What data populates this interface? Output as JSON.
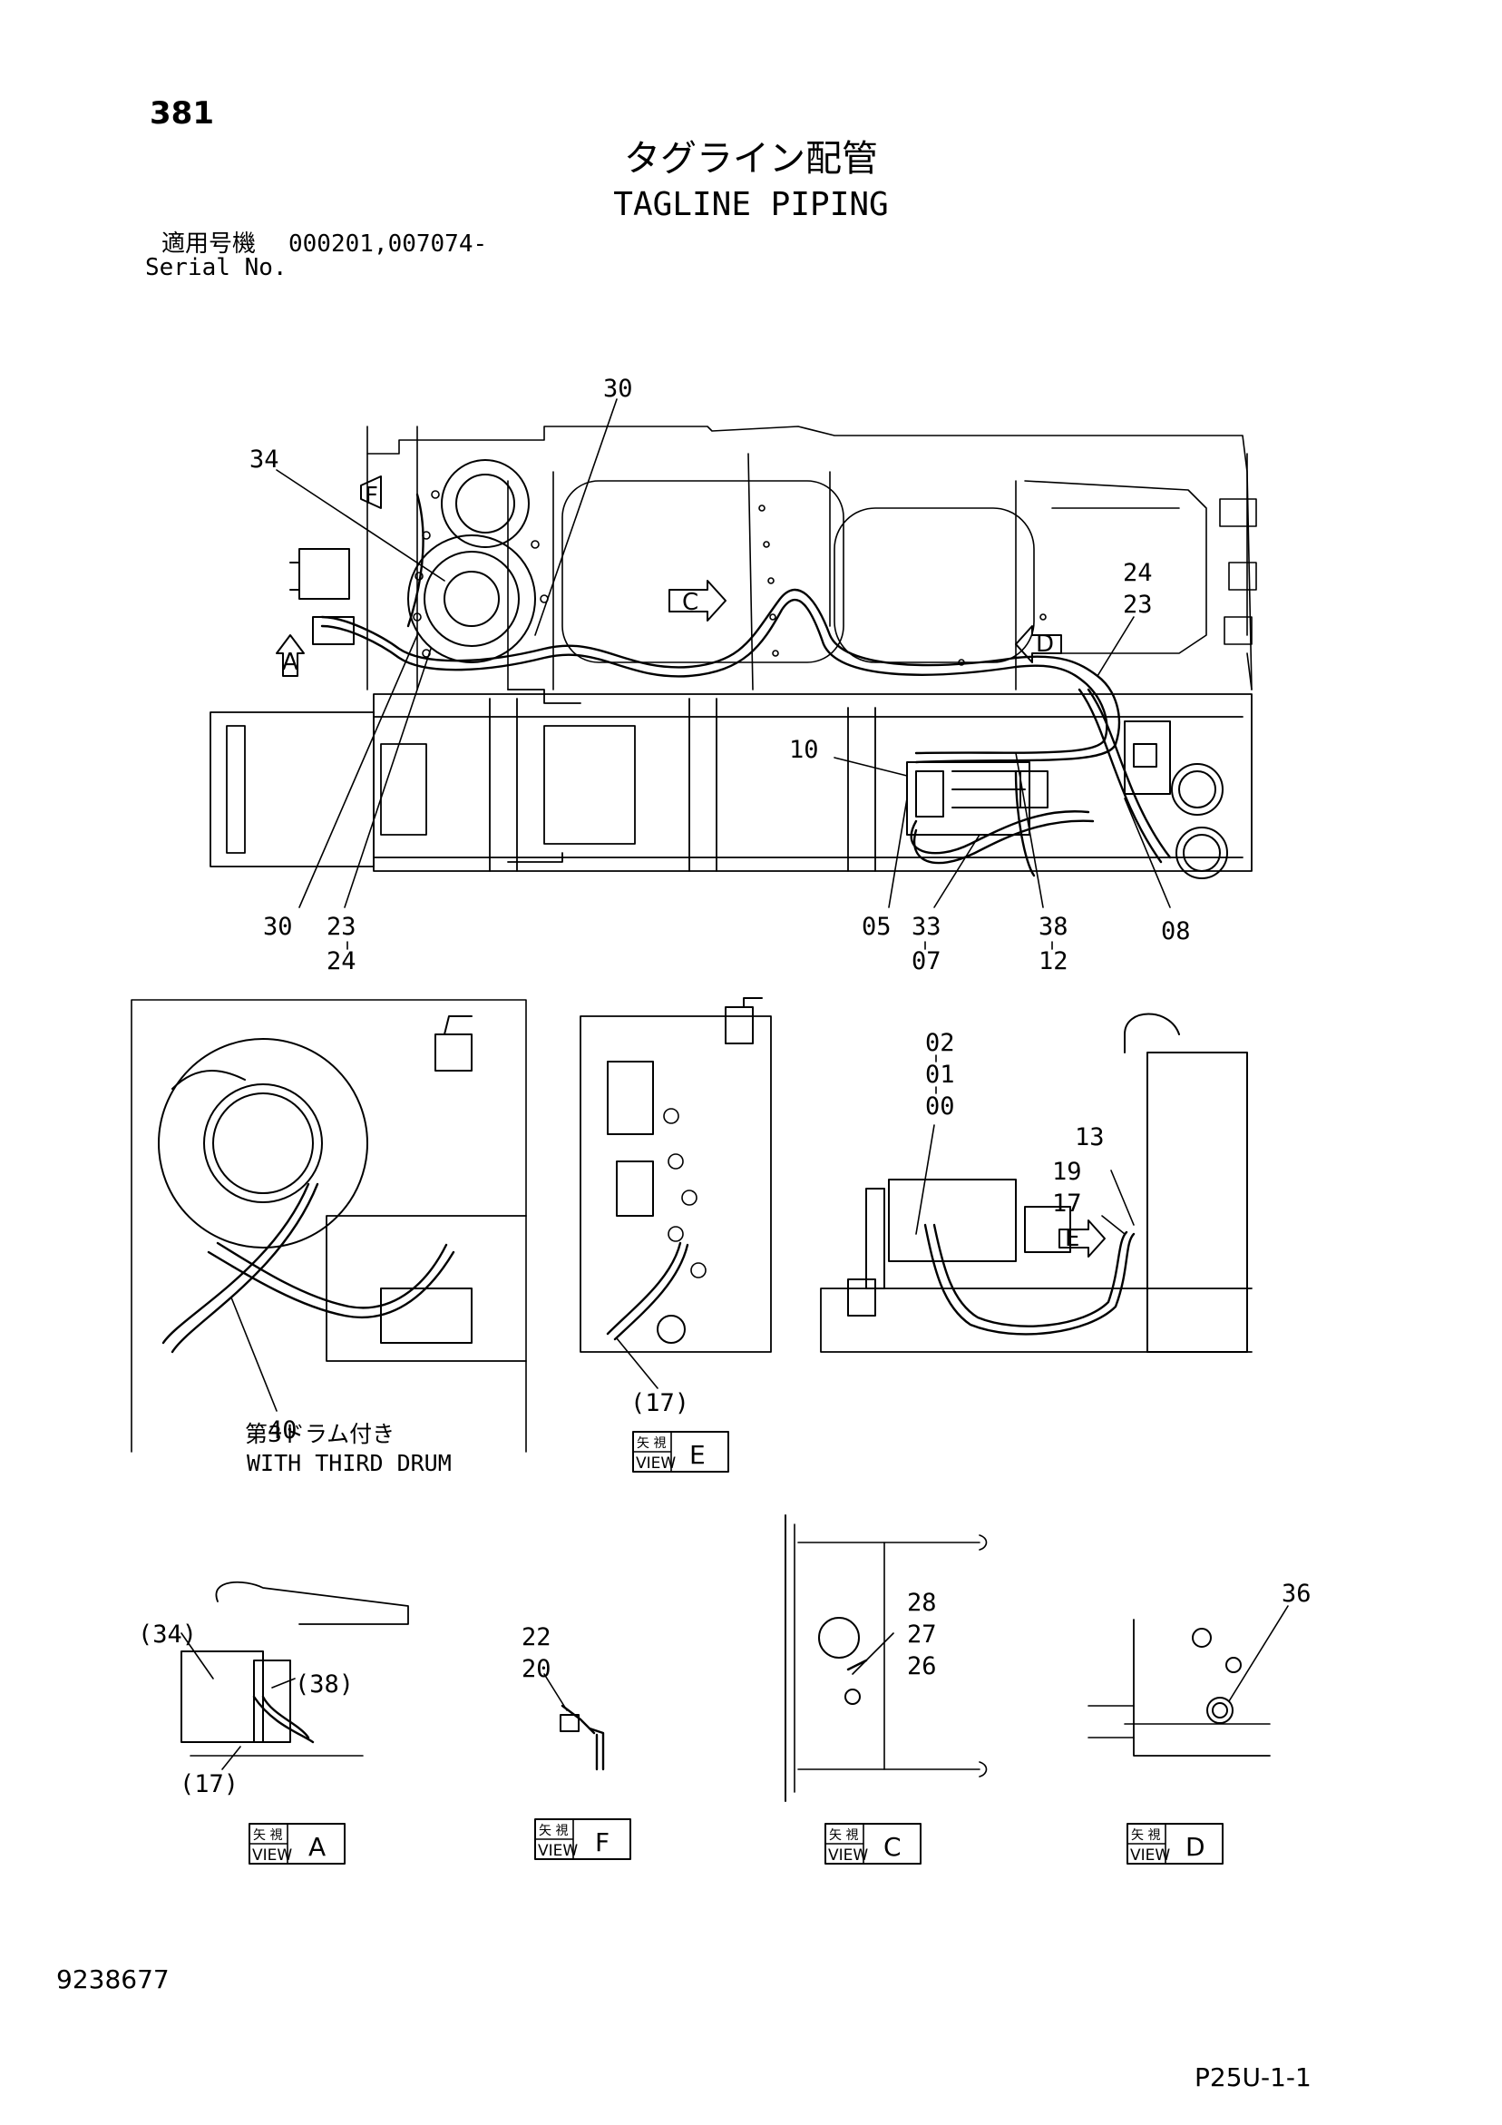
{
  "header": {
    "page_number": "381",
    "title_jp": "タグライン配管",
    "title_en": "TAGLINE PIPING",
    "serial_label_jp": "適用号機",
    "serial_value": "000201,007074-",
    "serial_label_en": "Serial No."
  },
  "main_view": {
    "labels": {
      "n30_top": "30",
      "n34": "34",
      "n24_r": "24",
      "n23_r": "23",
      "n10": "10",
      "n30_bot": "30",
      "n23_bot": "23",
      "n24_bot": "24",
      "n05": "05",
      "n33": "33",
      "n07": "07",
      "n38": "38",
      "n12": "12",
      "n08": "08"
    },
    "arrows": {
      "a": "A",
      "c": "C",
      "d": "D",
      "f": "F"
    }
  },
  "third_drum_view": {
    "label_40": "40",
    "caption_jp": "第3ドラム付き",
    "caption_en": "WITH  THIRD  DRUM"
  },
  "view_e": {
    "label_17": "(17)",
    "tag_jp": "矢 視",
    "tag_en": "VIEW",
    "letter": "E"
  },
  "pump_view": {
    "labels": {
      "n02": "02",
      "n01": "01",
      "n00": "00",
      "n13": "13",
      "n19": "19",
      "n17": "17"
    },
    "arrow_e": "E"
  },
  "view_a": {
    "labels": {
      "p34": "(34)",
      "p38": "(38)",
      "p17": "(17)"
    },
    "tag_jp": "矢 視",
    "tag_en": "VIEW",
    "letter": "A"
  },
  "view_f": {
    "labels": {
      "n22": "22",
      "n20": "20"
    },
    "tag_jp": "矢 視",
    "tag_en": "VIEW",
    "letter": "F"
  },
  "view_c": {
    "labels": {
      "n28": "28",
      "n27": "27",
      "n26": "26"
    },
    "tag_jp": "矢 視",
    "tag_en": "VIEW",
    "letter": "C"
  },
  "view_d": {
    "labels": {
      "n36": "36"
    },
    "tag_jp": "矢 視",
    "tag_en": "VIEW",
    "letter": "D"
  },
  "footer": {
    "document_number": "9238677",
    "page_code": "P25U-1-1"
  }
}
